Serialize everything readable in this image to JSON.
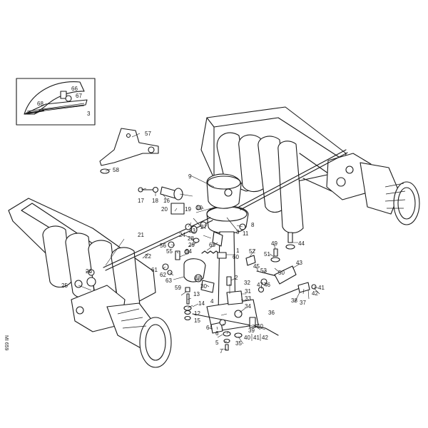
{
  "side_code": "MI 659",
  "inset_labels": [
    "66",
    "67",
    "68",
    "3"
  ],
  "part_labels": [
    "1",
    "2",
    "3",
    "4",
    "5",
    "6",
    "7",
    "8",
    "9",
    "10",
    "11",
    "12",
    "13",
    "14",
    "15",
    "16",
    "17",
    "18",
    "19",
    "20",
    "21",
    "22",
    "23",
    "24",
    "25",
    "26",
    "27",
    "28",
    "29",
    "30",
    "31",
    "32",
    "33",
    "34",
    "35",
    "36",
    "37",
    "38",
    "39",
    "40",
    "41",
    "42",
    "43",
    "44",
    "45",
    "46",
    "47",
    "48",
    "49",
    "50",
    "51",
    "52",
    "53",
    "54",
    "55",
    "56",
    "57",
    "58",
    "59",
    "60",
    "61",
    "62",
    "63",
    "64",
    "65"
  ],
  "split_label": {
    "a": "40",
    "b": "41",
    "c": "42"
  }
}
